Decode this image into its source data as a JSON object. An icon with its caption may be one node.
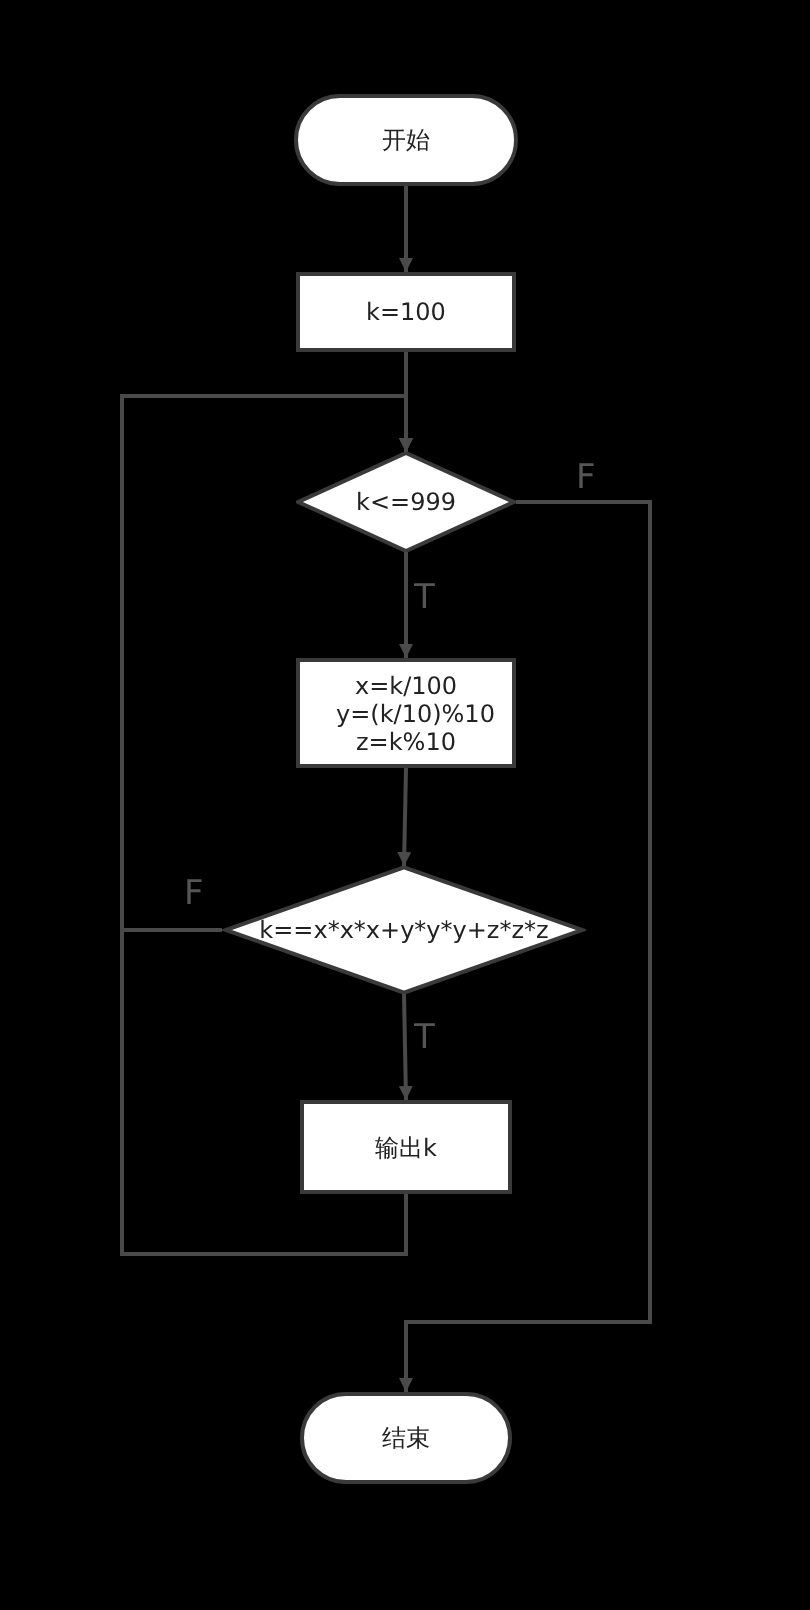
{
  "diagram": {
    "nodes": [
      {
        "text": [
          "开始"
        ]
      },
      {
        "text": [
          "k=100"
        ]
      },
      {
        "text": [
          "k<=999"
        ]
      },
      {
        "text": [
          "x=k/100 y=(k/10)%10 z=k%10"
        ]
      },
      {
        "text": [
          "k==x*x*x+y*y*y+z*z*z"
        ]
      },
      {
        "text": [
          "输出k"
        ]
      },
      {
        "text": [
          "结束"
        ]
      }
    ],
    "edges": [
      {
        "from": 0,
        "to": 1,
        "arrow": "to"
      },
      {
        "from": 1,
        "to": 2,
        "arrow": "to"
      },
      {
        "from": 2,
        "to": 3,
        "arrow": "to",
        "label": "T"
      },
      {
        "from": 3,
        "to": 4,
        "arrow": "to"
      },
      {
        "from": 4,
        "to": 5,
        "arrow": "to",
        "label": "T"
      },
      {
        "from": 4,
        "to": 2,
        "arrow": "to",
        "label": "F"
      },
      {
        "from": 5,
        "to": 2,
        "arrow": "to"
      },
      {
        "from": 2,
        "to": 6,
        "arrow": "to",
        "label": "F"
      }
    ]
  }
}
